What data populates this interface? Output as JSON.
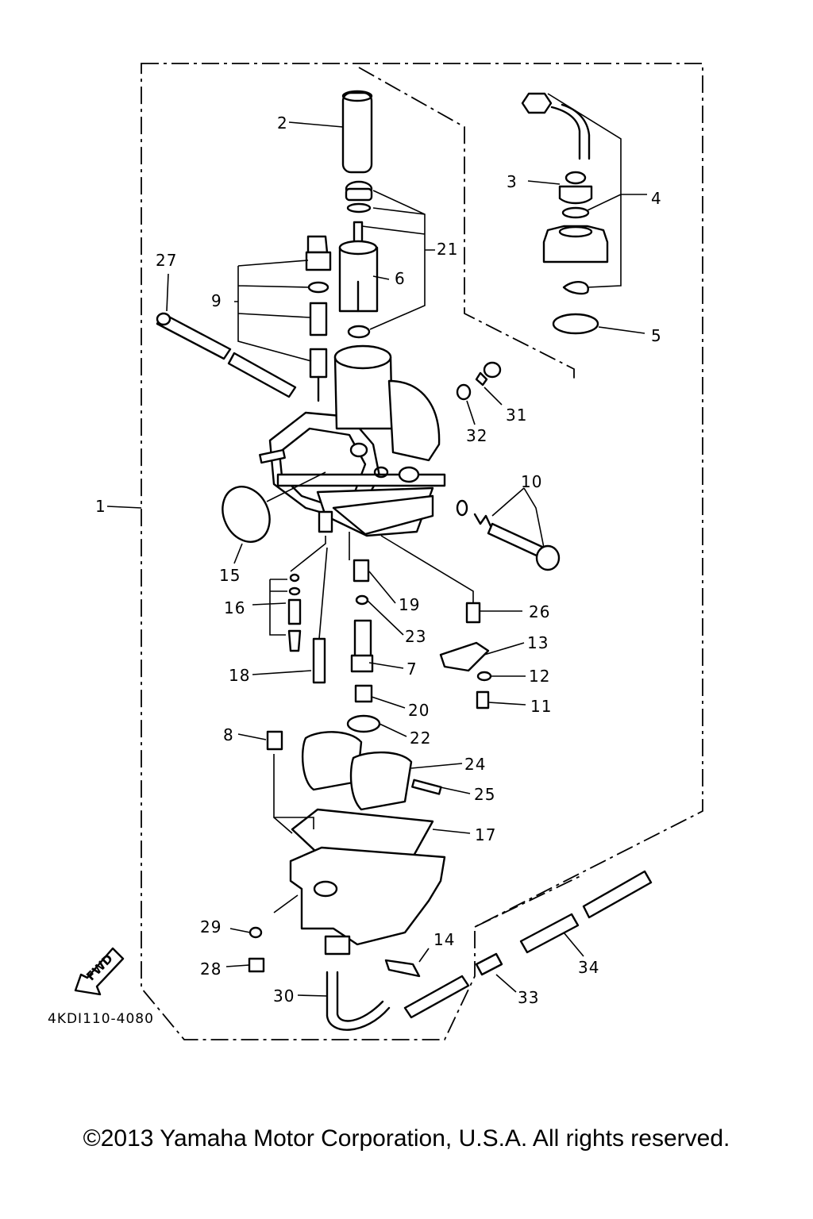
{
  "diagram_code": "4KDI110-4080",
  "fwd_label": "FWD",
  "copyright": "©2013 Yamaha Motor Corporation, U.S.A. All rights reserved.",
  "callouts": {
    "c1": "1",
    "c2": "2",
    "c3": "3",
    "c4": "4",
    "c5": "5",
    "c6": "6",
    "c7": "7",
    "c8": "8",
    "c9": "9",
    "c10": "10",
    "c11": "11",
    "c12": "12",
    "c13": "13",
    "c14": "14",
    "c15": "15",
    "c16": "16",
    "c17": "17",
    "c18": "18",
    "c19": "19",
    "c20": "20",
    "c21": "21",
    "c22": "22",
    "c23": "23",
    "c24": "24",
    "c25": "25",
    "c26": "26",
    "c27": "27",
    "c28": "28",
    "c29": "29",
    "c30": "30",
    "c31": "31",
    "c32": "32",
    "c33": "33",
    "c34": "34"
  }
}
